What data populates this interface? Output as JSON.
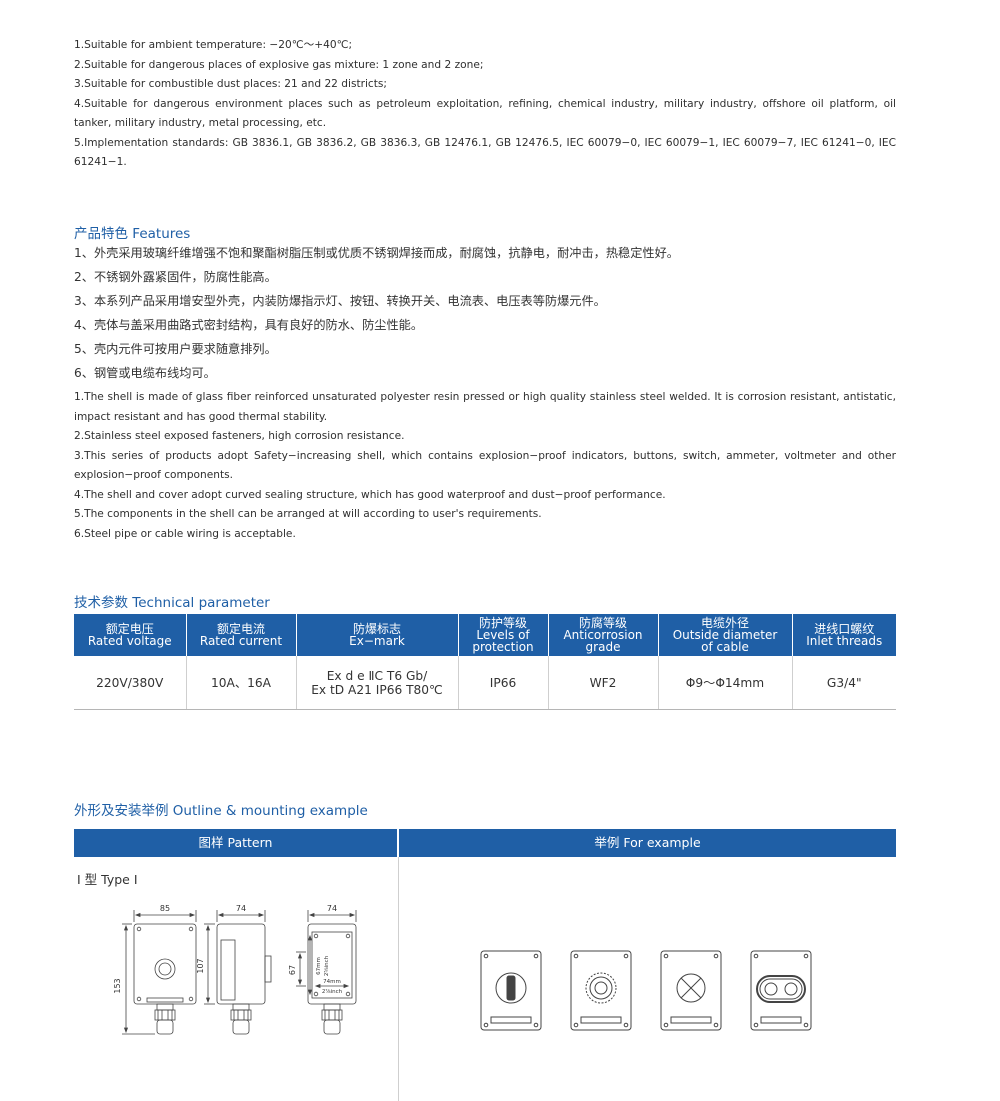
{
  "usage": [
    "1.Suitable for ambient temperature: −20℃～+40℃;",
    "2.Suitable for dangerous places of explosive gas mixture: 1 zone and 2 zone;",
    "3.Suitable for combustible dust places: 21 and 22 districts;",
    "4.Suitable for dangerous environment places such as petroleum exploitation, refining, chemical industry, military industry, offshore oil platform, oil tanker, military industry, metal processing, etc.",
    "5.Implementation standards: GB 3836.1, GB 3836.2, GB 3836.3, GB 12476.1, GB 12476.5, IEC 60079−0, IEC 60079−1, IEC 60079−7, IEC 61241−0, IEC 61241−1."
  ],
  "features": {
    "title": "产品特色 Features",
    "cn_items": [
      "1、外壳采用玻璃纤维增强不饱和聚酯树脂压制或优质不锈钢焊接而成，耐腐蚀，抗静电，耐冲击，热稳定性好。",
      "2、不锈钢外露紧固件，防腐性能高。",
      "3、本系列产品采用增安型外壳，内装防爆指示灯、按钮、转换开关、电流表、电压表等防爆元件。",
      "4、壳体与盖采用曲路式密封结构，具有良好的防水、防尘性能。",
      "5、壳内元件可按用户要求随意排列。",
      "6、钢管或电缆布线均可。"
    ],
    "en_items": [
      "1.The shell is made of glass fiber reinforced unsaturated polyester resin pressed or high quality stainless steel welded. It is corrosion resistant, antistatic, impact resistant and has good thermal stability.",
      "2.Stainless steel exposed fasteners, high corrosion resistance.",
      "3.This series of products adopt Safety−increasing shell, which contains explosion−proof indicators, buttons, switch, ammeter, voltmeter and other explosion−proof components.",
      "4.The shell and cover adopt curved sealing structure, which has good waterproof and dust−proof performance.",
      "5.The components in the shell can be arranged at will according to user's requirements.",
      "6.Steel pipe or cable wiring is acceptable."
    ]
  },
  "tech": {
    "title": "技术参数 Technical parameter",
    "headers": [
      [
        "额定电压",
        "Rated voltage"
      ],
      [
        "额定电流",
        "Rated current"
      ],
      [
        "防爆标志",
        "Ex−mark"
      ],
      [
        "防护等级",
        "Levels of",
        "protection"
      ],
      [
        "防腐等级",
        "Anticorrosion",
        "grade"
      ],
      [
        "电缆外径",
        "Outside diameter",
        "of cable"
      ],
      [
        "进线口螺纹",
        "Inlet threads"
      ]
    ],
    "row": {
      "voltage": "220V/380V",
      "current": "10A、16A",
      "exmark_1": "Ex d e  ⅡC T6 Gb/",
      "exmark_2": "Ex tD A21 IP66 T80℃",
      "protection": "IP66",
      "anticorrosion": "WF2",
      "cable": "Φ9～Φ14mm",
      "threads": "G3/4\""
    }
  },
  "outline": {
    "title": "外形及安装举例 Outline & mounting example",
    "pattern_header": "图样 Pattern",
    "example_header": "举例 For example",
    "type_label": "Ⅰ 型 Type Ⅰ",
    "dims": {
      "front_width": "85",
      "side_width": "74",
      "mount_width": "74",
      "height": "153",
      "body_height": "107",
      "side_height": "67",
      "mount_h_mm": "67mm",
      "mount_h_inch": "2⅝inch",
      "mount_w_mm": "74mm",
      "mount_w_inch": "2⅞inch"
    }
  }
}
